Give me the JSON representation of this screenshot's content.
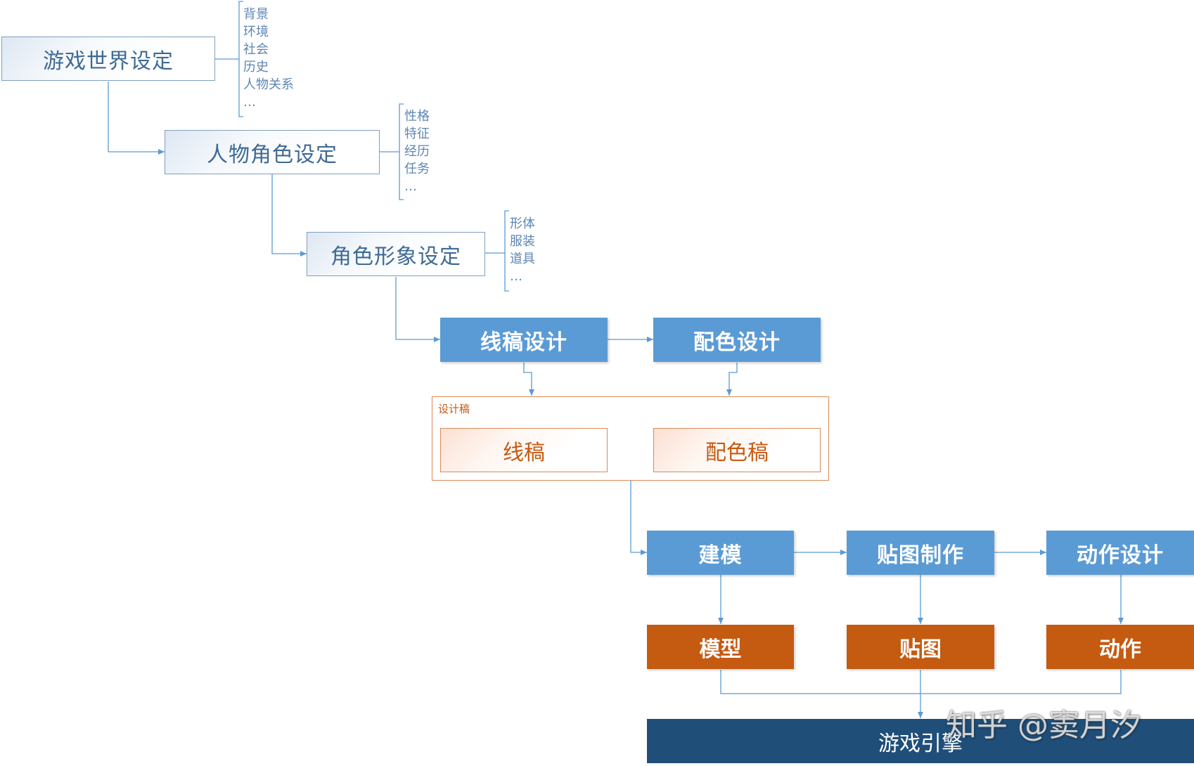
{
  "nodes": {
    "world": "游戏世界设定",
    "character": "人物角色设定",
    "image": "角色形象设定",
    "lineart": "线稿设计",
    "coloring": "配色设计",
    "draft_group": "设计稿",
    "lineart_draft": "线稿",
    "color_draft": "配色稿",
    "modeling": "建模",
    "texturing": "贴图制作",
    "animation": "动作设计",
    "model": "模型",
    "texture": "贴图",
    "motion": "动作",
    "engine": "游戏引擎"
  },
  "notes": {
    "world": [
      "背景",
      "环境",
      "社会",
      "历史",
      "人物关系",
      "…"
    ],
    "character": [
      "性格",
      "特征",
      "经历",
      "任务",
      "…"
    ],
    "image": [
      "形体",
      "服装",
      "道具",
      "…"
    ]
  },
  "watermark": "知乎 @窦月汐",
  "colors": {
    "connector": "#5b9bd5",
    "light_border": "#7f9fc1",
    "blue": "#5b9bd5",
    "orange": "#c55a11",
    "navy": "#1f4e79"
  }
}
